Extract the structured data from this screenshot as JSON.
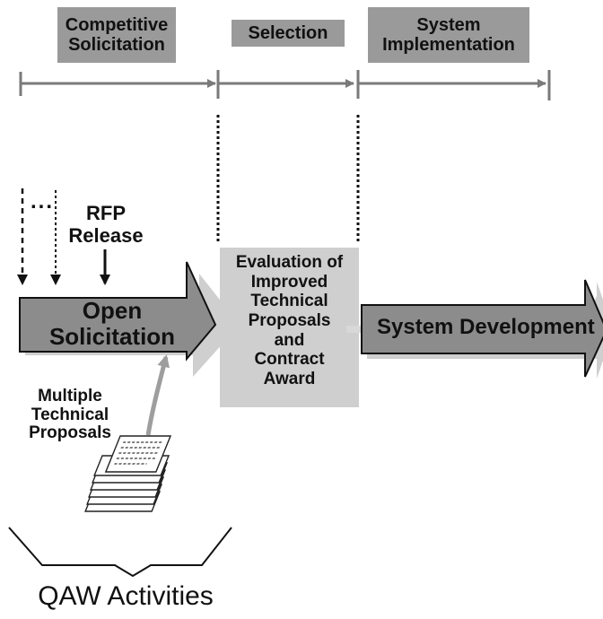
{
  "phases": {
    "competitive": "Competitive\nSolicitation",
    "selection": "Selection",
    "implementation": "System\nImplementation"
  },
  "milestones": {
    "ellipsis": "...",
    "rfp_release": "RFP\nRelease"
  },
  "boxes": {
    "open_solicitation": "Open\nSolicitation",
    "evaluation": "Evaluation of\nImproved\nTechnical\nProposals\nand\nContract\nAward",
    "system_development": "System Development"
  },
  "proposals": {
    "label": "Multiple\nTechnical\nProposals"
  },
  "activities": {
    "label": "QAW Activities"
  },
  "colors": {
    "phase_fill": "#9a9a9a",
    "big_arrow_fill": "#8c8c8c",
    "evaluation_fill": "#cfcfcf",
    "timeline": "#7a7a7a",
    "ink": "#111111"
  }
}
